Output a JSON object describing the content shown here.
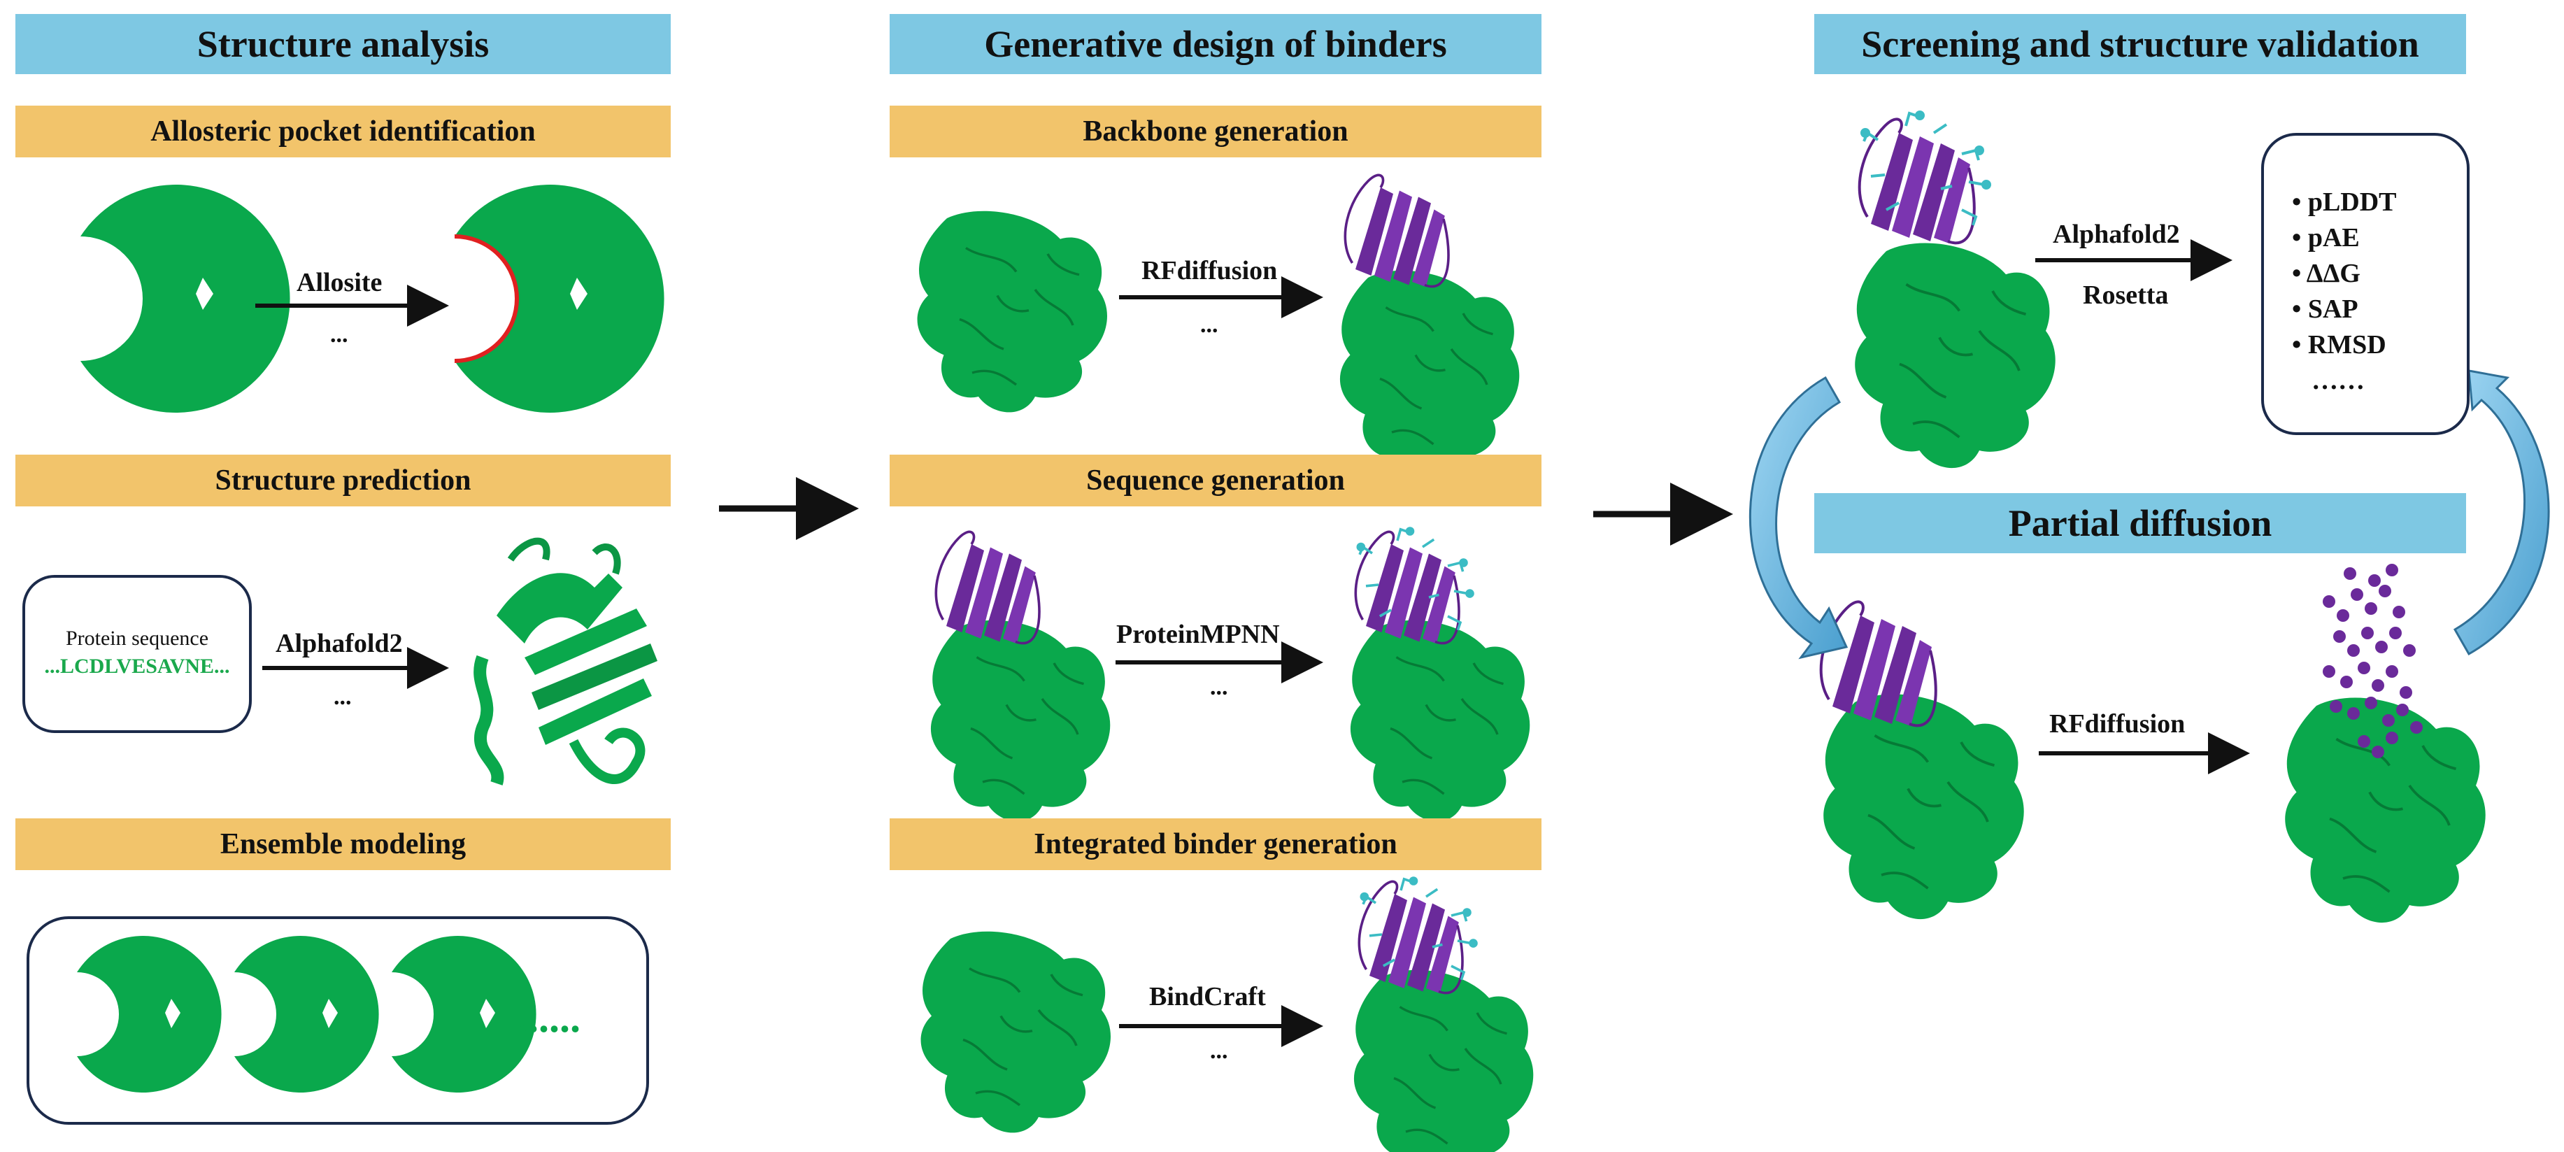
{
  "sections": {
    "structure_analysis": "Structure analysis",
    "generative_design": "Generative design of binders",
    "screening": "Screening and structure validation",
    "partial_diffusion": "Partial diffusion"
  },
  "subsections": {
    "allosteric": "Allosteric pocket identification",
    "structure_prediction": "Structure prediction",
    "ensemble": "Ensemble modeling",
    "backbone": "Backbone generation",
    "sequence": "Sequence generation",
    "integrated": "Integrated binder generation"
  },
  "tools": {
    "allosite": "Allosite",
    "alphafold2_pred": "Alphafold2",
    "rfdiffusion_backbone": "RFdiffusion",
    "proteinmpnn": "ProteinMPNN",
    "bindcraft": "BindCraft",
    "alphafold2_screen": "Alphafold2",
    "rosetta": "Rosetta",
    "rfdiffusion_partial": "RFdiffusion",
    "ellipsis": "..."
  },
  "sequence_box": {
    "title": "Protein sequence",
    "sequence": "...LCDLVESAVNE..."
  },
  "metrics": [
    "pLDDT",
    "pAE",
    "ΔΔG",
    "SAP",
    "RMSD",
    "……"
  ],
  "ensemble_more": "......",
  "colors": {
    "header_bg": "#7ec8e3",
    "subheader_bg": "#f2c46b",
    "protein_green": "#0aa84c",
    "binder_purple": "#6a2a9a",
    "sidechain_cyan": "#3bbcc4",
    "pocket_red": "#e02020",
    "sequence_green": "#1aa84c"
  }
}
